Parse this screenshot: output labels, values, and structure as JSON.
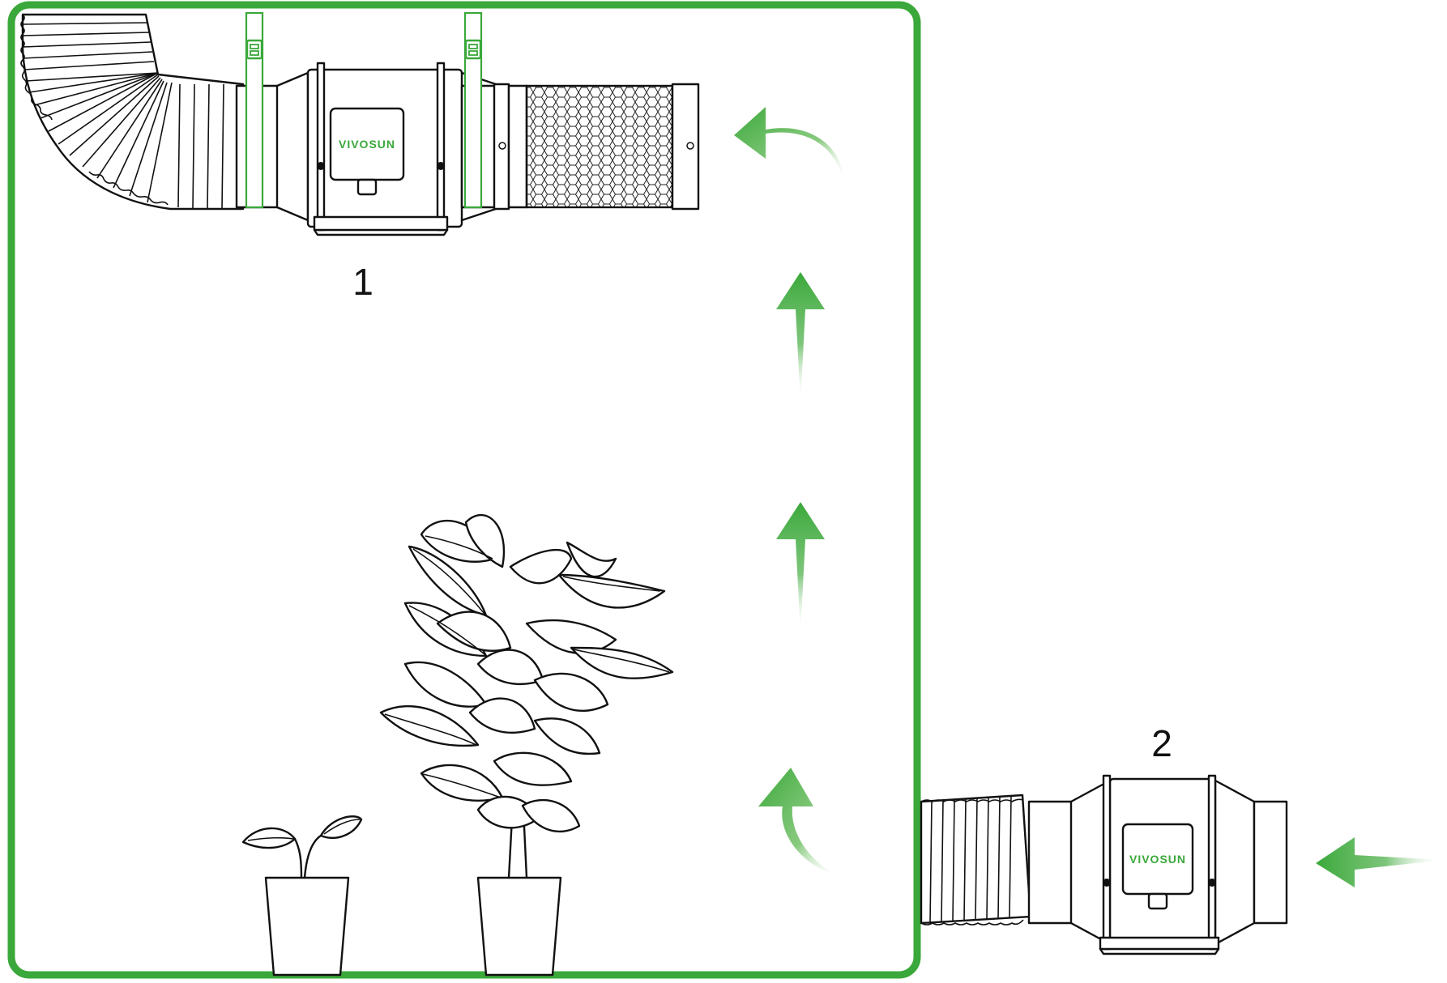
{
  "labels": {
    "fan_1": "1",
    "fan_2": "2"
  },
  "brand": {
    "name": "VIVOSUN"
  },
  "colors": {
    "accent": "#3aa83a",
    "line": "#111111",
    "background": "#ffffff"
  },
  "icons": [
    "airflow-arrow-icon",
    "inline-duct-fan-icon",
    "carbon-filter-icon",
    "flexible-duct-icon",
    "plant-icon"
  ]
}
